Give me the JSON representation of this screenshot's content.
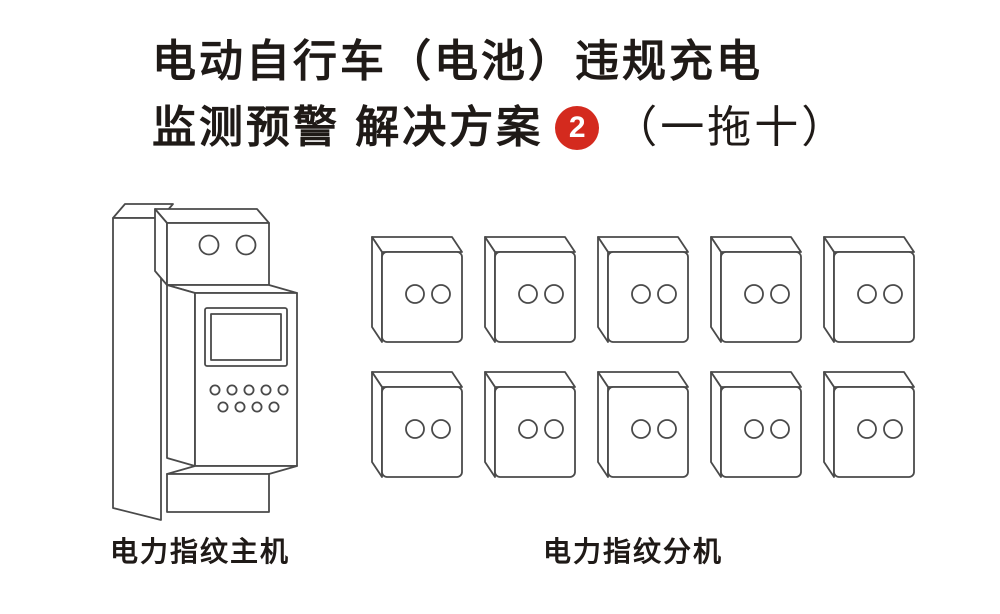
{
  "title": {
    "line1": "电动自行车（电池）违规充电",
    "line2_before_badge": "监测预警 解决方案",
    "badge_number": "2",
    "line2_after_badge": "（一拖十）"
  },
  "labels": {
    "host": "电力指纹主机",
    "slaves": "电力指纹分机"
  },
  "illustration": {
    "host_device_icon": "din-rail-power-fingerprint-host-line-drawing",
    "slave_device_icon": "power-fingerprint-slave-box-line-drawing",
    "slave_count": 10,
    "slave_rows": 2,
    "slave_columns": 5
  },
  "colors": {
    "background": "#ffffff",
    "text": "#1f1a17",
    "badge_red": "#d42a1e",
    "line_art": "#4a4a4a"
  }
}
